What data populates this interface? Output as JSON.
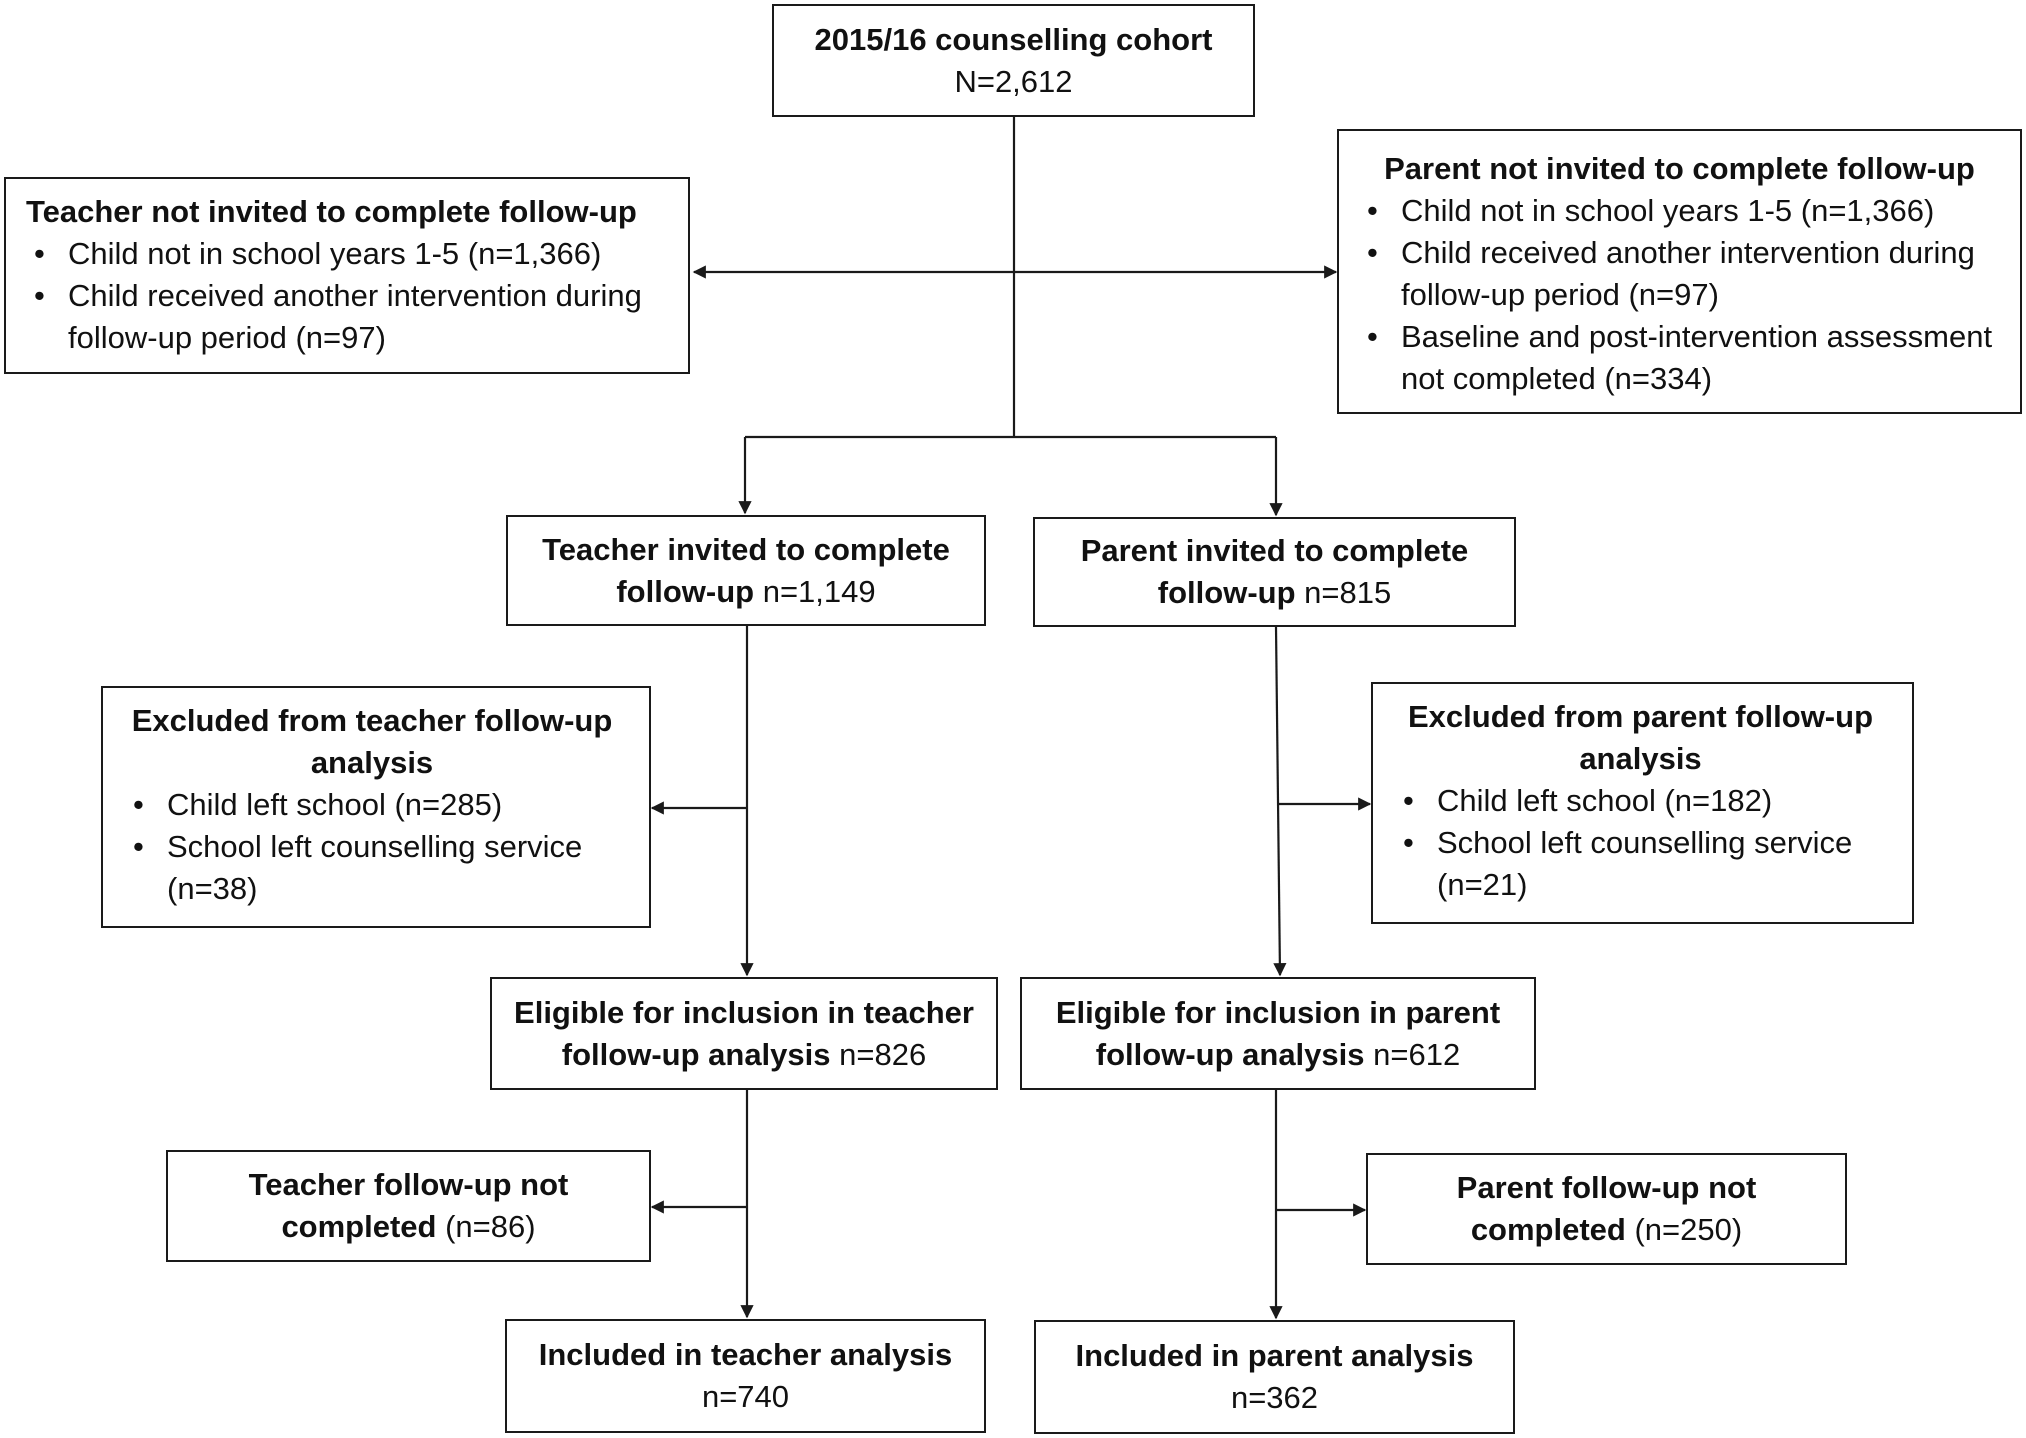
{
  "cohort": {
    "title": "2015/16 counselling cohort",
    "n": "N=2,612"
  },
  "teacher_not_invited": {
    "title": "Teacher not invited to complete follow-up",
    "items": [
      "Child not in school years 1-5 (n=1,366)",
      "Child received another intervention during follow-up period (n=97)"
    ]
  },
  "parent_not_invited": {
    "title": "Parent not invited to complete follow-up",
    "items": [
      "Child not in school years 1-5 (n=1,366)",
      "Child received another intervention during follow-up period (n=97)",
      "Baseline and post-intervention assessment not completed (n=334)"
    ]
  },
  "teacher_invited": {
    "line1": "Teacher invited to complete",
    "line2_bold": "follow-up",
    "line2_rest": " n=1,149"
  },
  "parent_invited": {
    "line1": "Parent invited to complete",
    "line2_bold": "follow-up",
    "line2_rest": " n=815"
  },
  "teacher_excluded": {
    "title": "Excluded from teacher follow-up analysis",
    "items": [
      "Child left school (n=285)",
      "School left counselling service (n=38)"
    ]
  },
  "parent_excluded": {
    "title": "Excluded from parent follow-up analysis",
    "items": [
      "Child left school (n=182)",
      "School left counselling service (n=21)"
    ]
  },
  "teacher_eligible": {
    "line1": "Eligible for inclusion in teacher",
    "line2_bold": "follow-up analysis",
    "line2_rest": " n=826"
  },
  "parent_eligible": {
    "line1": "Eligible for inclusion in parent",
    "line2_bold": "follow-up analysis",
    "line2_rest": " n=612"
  },
  "teacher_not_completed": {
    "line1": "Teacher follow-up not",
    "line2_bold": "completed",
    "line2_rest": " (n=86)"
  },
  "parent_not_completed": {
    "line1": "Parent follow-up not",
    "line2_bold": "completed",
    "line2_rest": " (n=250)"
  },
  "teacher_included": {
    "title": "Included in teacher analysis",
    "n": "n=740"
  },
  "parent_included": {
    "title": "Included in parent analysis",
    "n": "n=362"
  }
}
